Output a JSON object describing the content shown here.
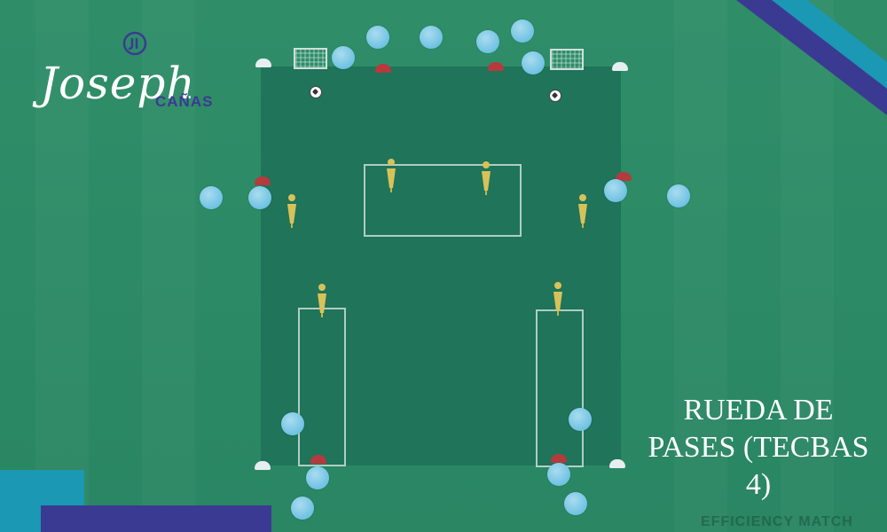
{
  "logo": {
    "script_text": "Joseph",
    "brand_text": "CAÑAS"
  },
  "title": {
    "line1": "RUEDA DE",
    "line2": "PASES (TECBAS",
    "line3": "4)"
  },
  "watermark": {
    "text": "EFFICIENCY MATCH"
  },
  "colors": {
    "field": "#2c8a66",
    "pitch": "#1f7359",
    "player": "#6fc2e3",
    "mannequin": "#d7c25a",
    "cone": "#b53a3e",
    "accent_purple": "#3b3a92",
    "accent_teal": "#1b98b3"
  },
  "icons": [
    "goal-icon",
    "ball-icon",
    "mannequin-icon",
    "cone-icon",
    "player-marker-icon"
  ]
}
